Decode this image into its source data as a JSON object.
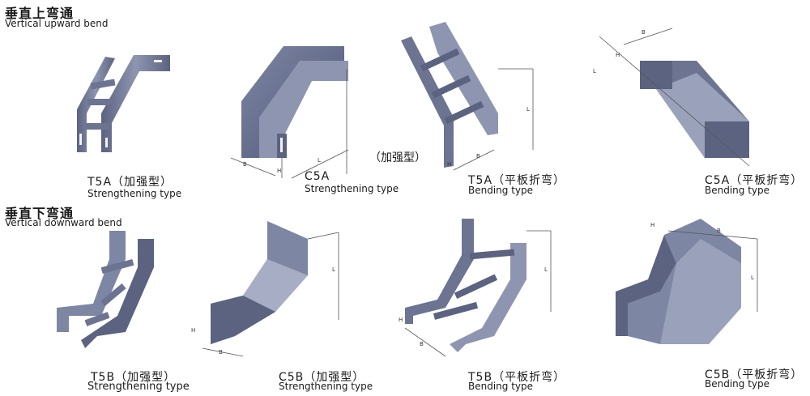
{
  "sections": {
    "upward": {
      "title": "垂直上弯通",
      "subtitle": "Vertical upward bend"
    },
    "downward": {
      "title": "垂直下弯通",
      "subtitle": "Vertical downward bend"
    }
  },
  "upward_items": [
    {
      "code": "T5A（加强型）",
      "type": "Strengthening type"
    },
    {
      "code": "C5A",
      "type": "Strengthening type",
      "note": "（加强型）"
    },
    {
      "code": "T5A（平板折弯）",
      "type": "Bending type"
    },
    {
      "code": "C5A（平板折弯）",
      "type": "Bending type"
    }
  ],
  "downward_items": [
    {
      "code": "T5B（加强型）",
      "type": "Strengthening type"
    },
    {
      "code": "C5B（加强型）",
      "type": "Strengthening type"
    },
    {
      "code": "T5B（平板折弯）",
      "type": "Bending type"
    },
    {
      "code": "C5B（平板折弯）",
      "type": "Bending type"
    }
  ],
  "dimension_letters": {
    "b": "B",
    "h": "H",
    "l": "L"
  },
  "colors": {
    "metal_dark": "#5b6380",
    "metal_mid": "#7d86a3",
    "metal_light": "#b7bdd2",
    "hole": "#f1f2f6",
    "text": "#1a1a1a"
  },
  "icons": [
    "ladder-bend-icon",
    "trough-bend-icon"
  ]
}
